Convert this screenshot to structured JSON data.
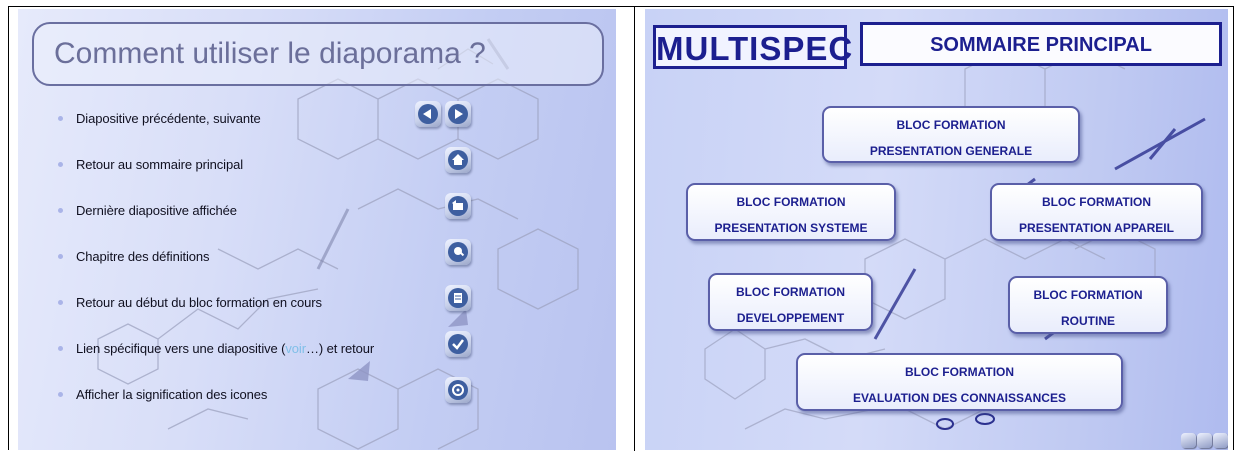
{
  "left_slide": {
    "title": "Comment utiliser le diaporama ?",
    "items": [
      {
        "text": "Diapositive précédente, suivante",
        "icons": [
          "previous-arrow-icon",
          "next-arrow-icon"
        ]
      },
      {
        "text": "Retour au sommaire principal",
        "icons": [
          "home-icon"
        ]
      },
      {
        "text": "Dernière diapositive affichée",
        "icons": [
          "last-viewed-icon"
        ]
      },
      {
        "text": "Chapitre des définitions",
        "icons": [
          "definitions-icon"
        ]
      },
      {
        "text": "Retour au début du bloc formation en cours",
        "icons": [
          "bloc-start-icon"
        ]
      },
      {
        "text_before": "Lien spécifique vers une diapositive (",
        "link": "voir",
        "text_after": "…) et retour",
        "icons": [
          "return-check-icon"
        ]
      },
      {
        "text": "Afficher la signification des icones",
        "icons": [
          "help-icon"
        ]
      }
    ]
  },
  "right_slide": {
    "logo": "MULTISPEC",
    "title": "SOMMAIRE PRINCIPAL",
    "blocs": [
      {
        "line1": "BLOC FORMATION",
        "line2": "PRESENTATION GENERALE"
      },
      {
        "line1": "BLOC FORMATION",
        "line2": "PRESENTATION SYSTEME"
      },
      {
        "line1": "BLOC FORMATION",
        "line2": "PRESENTATION APPAREIL"
      },
      {
        "line1": "BLOC FORMATION",
        "line2": "DEVELOPPEMENT"
      },
      {
        "line1": "BLOC FORMATION",
        "line2": "ROUTINE"
      },
      {
        "line1": "BLOC FORMATION",
        "line2": "EVALUATION DES CONNAISSANCES"
      }
    ],
    "nav_icons": [
      "help-icon",
      "previous-arrow-icon",
      "next-arrow-icon"
    ]
  },
  "colors": {
    "accent": "#1c1f8f",
    "title_gray": "#6b6f9a",
    "link": "#7fbfe8"
  }
}
